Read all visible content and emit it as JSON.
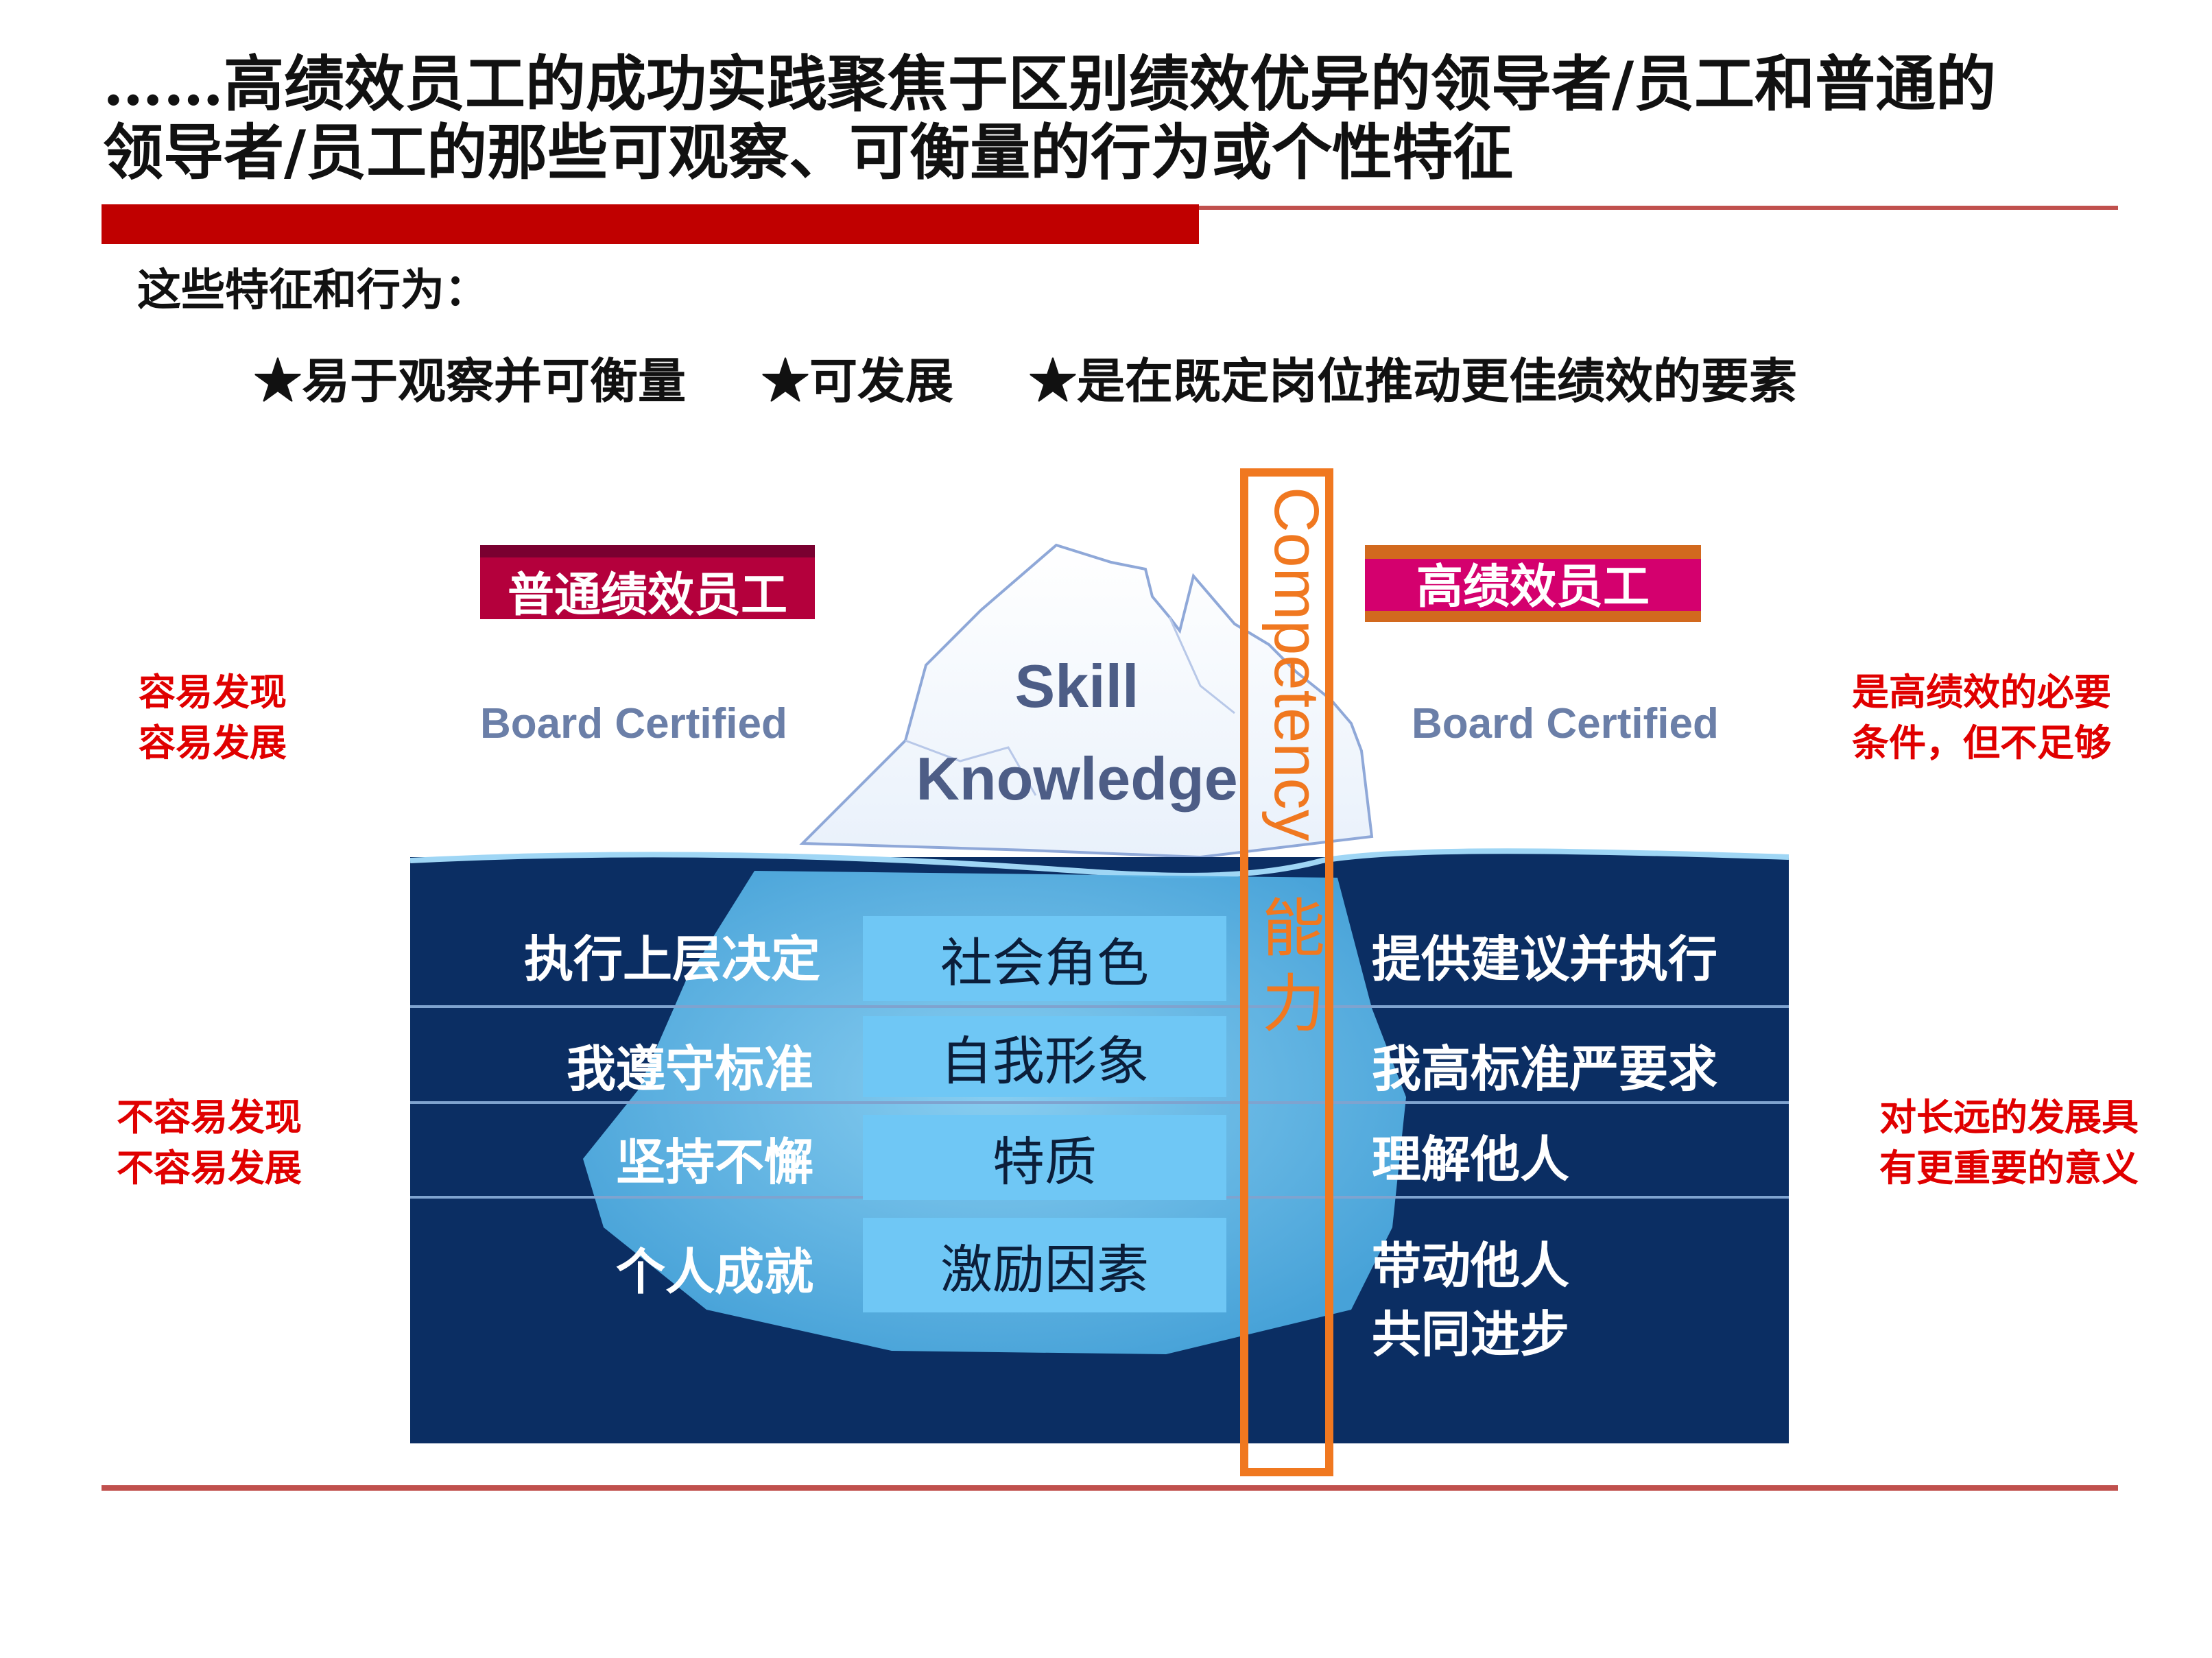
{
  "header": {
    "title_line1": "……高绩效员工的成功实践聚焦于区别绩效优异的领导者/员工和普通的",
    "title_line2": "领导者/员工的那些可观察、可衡量的行为或个性特征"
  },
  "subtitle": "这些特征和行为：",
  "traits": [
    "★易于观察并可衡量",
    "★可发展",
    "★是在既定岗位推动更佳绩效的要素"
  ],
  "left_labels": {
    "top": [
      "容易发现",
      "容易发展"
    ],
    "bottom": [
      "不容易发现",
      "不容易发展"
    ]
  },
  "right_labels": {
    "top": [
      "是高绩效的必要",
      "条件，但不足够"
    ],
    "bottom": [
      "对长远的发展具",
      "有更重要的意义"
    ]
  },
  "columns": {
    "ordinary_title": "普通绩效员工",
    "high_title": "高绩效员工",
    "board_left": "Board Certified",
    "board_right": "Board Certified"
  },
  "iceberg": {
    "skill": "Skill",
    "knowledge": "Knowledge",
    "competency_en": "Competency",
    "competency_cn": [
      "能",
      "力"
    ]
  },
  "rows": [
    {
      "ordinary": "执行上层决定",
      "middle": "社会角色",
      "high": [
        "提供建议并执行"
      ]
    },
    {
      "ordinary": "我遵守标准",
      "middle": "自我形象",
      "high": [
        "我高标准严要求"
      ]
    },
    {
      "ordinary": "坚持不懈",
      "middle": "特质",
      "high": [
        "理解他人"
      ]
    },
    {
      "ordinary": "个人成就",
      "middle": "激励因素",
      "high": [
        "带动他人",
        "共同进步"
      ]
    }
  ],
  "colors": {
    "accent_red": "#c00000",
    "sea": "#0b2e63",
    "ice_underwater": "#6fc7f5",
    "competency_orange": "#f07820",
    "label_red": "#e00000"
  }
}
